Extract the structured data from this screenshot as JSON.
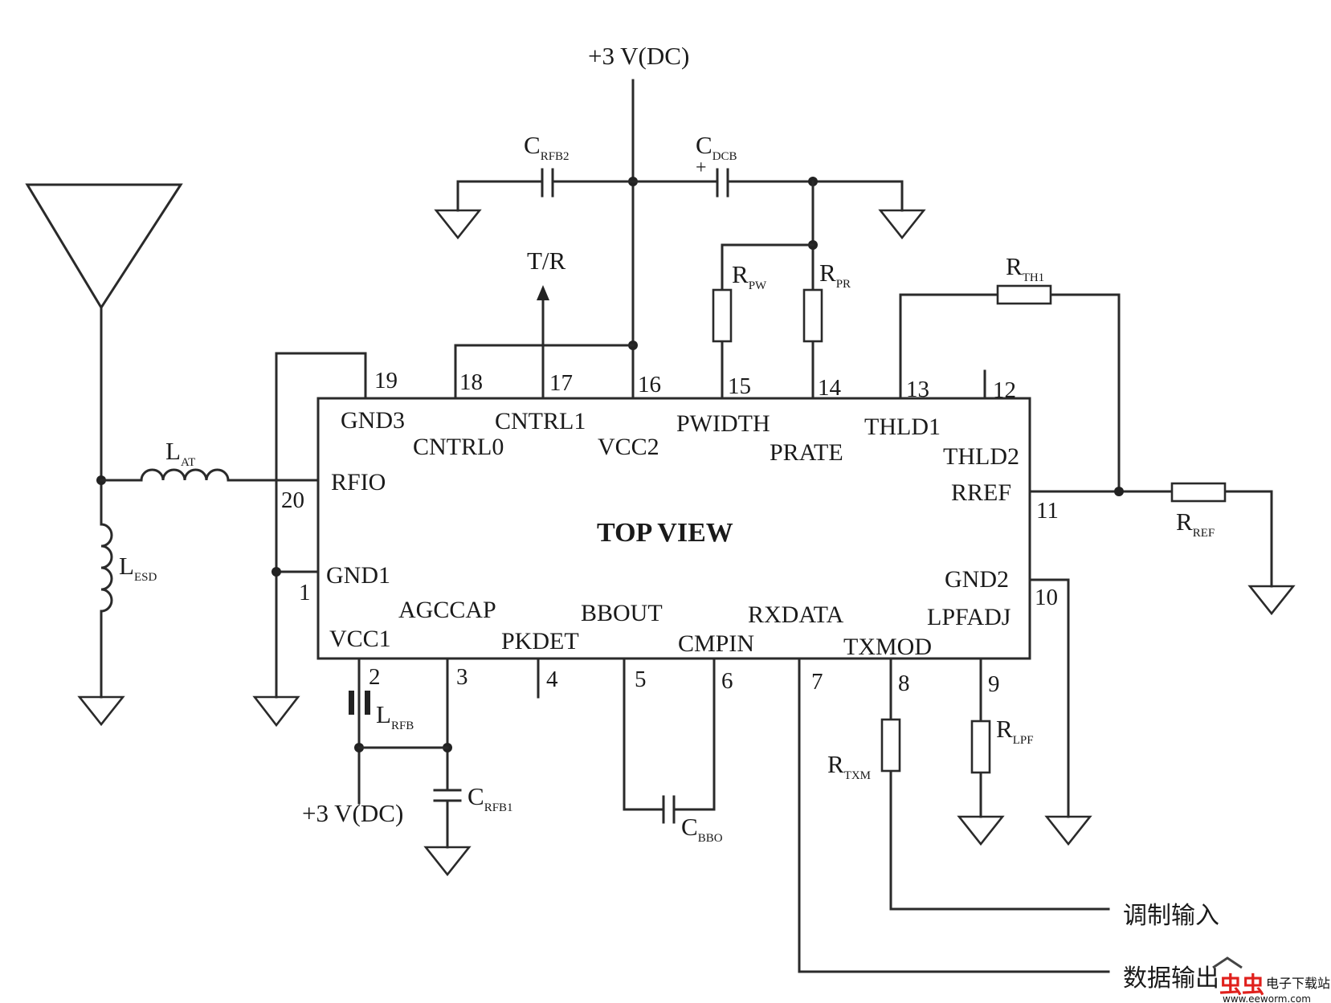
{
  "chip": {
    "title": "TOP VIEW",
    "signals": {
      "gnd3": "GND3",
      "cntrl0": "CNTRL0",
      "cntrl1": "CNTRL1",
      "vcc2": "VCC2",
      "pwidth": "PWIDTH",
      "prate": "PRATE",
      "thld1": "THLD1",
      "thld2": "THLD2",
      "rfio": "RFIO",
      "rref": "RREF",
      "gnd1": "GND1",
      "gnd2": "GND2",
      "agccap": "AGCCAP",
      "bbout": "BBOUT",
      "rxdata": "RXDATA",
      "lpfadj": "LPFADJ",
      "vcc1": "VCC1",
      "pkdet": "PKDET",
      "cmpin": "CMPIN",
      "txmod": "TXMOD"
    },
    "pins": {
      "p1": "1",
      "p2": "2",
      "p3": "3",
      "p4": "4",
      "p5": "5",
      "p6": "6",
      "p7": "7",
      "p8": "8",
      "p9": "9",
      "p10": "10",
      "p11": "11",
      "p12": "12",
      "p13": "13",
      "p14": "14",
      "p15": "15",
      "p16": "16",
      "p17": "17",
      "p18": "18",
      "p19": "19",
      "p20": "20"
    }
  },
  "supply": {
    "top": "+3 V(DC)",
    "bottom": "+3 V(DC)"
  },
  "signal_labels": {
    "tr": "T/R",
    "polarity_plus": "+",
    "mod_input": "调制输入",
    "data_output": "数据输出"
  },
  "components": {
    "crfb2": {
      "main": "C",
      "sub": "RFB2"
    },
    "cdcb": {
      "main": "C",
      "sub": "DCB"
    },
    "rpw": {
      "main": "R",
      "sub": "PW"
    },
    "rpr": {
      "main": "R",
      "sub": "PR"
    },
    "rth1": {
      "main": "R",
      "sub": "TH1"
    },
    "rref": {
      "main": "R",
      "sub": "REF"
    },
    "lat": {
      "main": "L",
      "sub": "AT"
    },
    "lesd": {
      "main": "L",
      "sub": "ESD"
    },
    "lrfb": {
      "main": "L",
      "sub": "RFB"
    },
    "crfb1": {
      "main": "C",
      "sub": "RFB1"
    },
    "cbbo": {
      "main": "C",
      "sub": "BBO"
    },
    "rtxm": {
      "main": "R",
      "sub": "TXM"
    },
    "rlpf": {
      "main": "R",
      "sub": "LPF"
    }
  },
  "watermark": {
    "logo": "虫虫",
    "text": "电子下载站",
    "url": "www.eeworm.com",
    "logo_color": "#e0201c"
  }
}
